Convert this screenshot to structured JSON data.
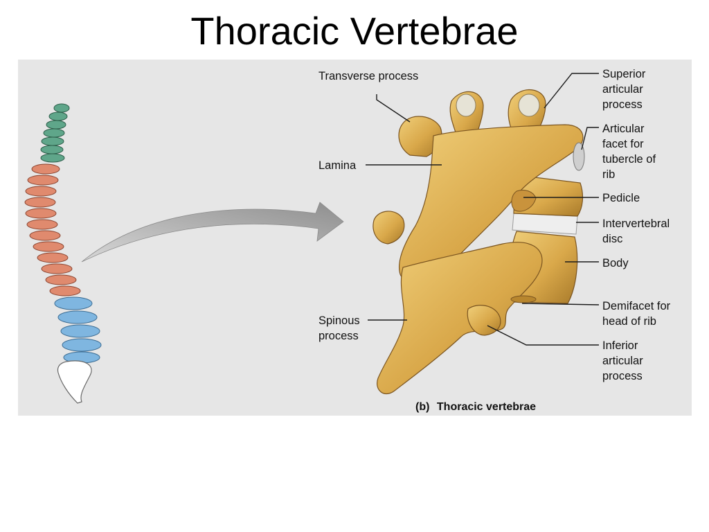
{
  "slide": {
    "title": "Thoracic Vertebrae"
  },
  "figure": {
    "caption_prefix": "(b)",
    "caption_text": "Thoracic vertebrae",
    "labels": {
      "transverse_process": [
        "Transverse process"
      ],
      "lamina": [
        "Lamina"
      ],
      "spinous_process": [
        "Spinous",
        "process"
      ],
      "superior_articular_process": [
        "Superior",
        "articular",
        "process"
      ],
      "articular_facet": [
        "Articular",
        "facet for",
        "tubercle of",
        "rib"
      ],
      "pedicle": [
        "Pedicle"
      ],
      "intervertebral_disc": [
        "Intervertebral",
        "disc"
      ],
      "body": [
        "Body"
      ],
      "demifacet": [
        "Demifacet for",
        "head of rib"
      ],
      "inferior_articular_process": [
        "Inferior",
        "articular",
        "process"
      ]
    },
    "colors": {
      "cervical": "#5fa68a",
      "thoracic": "#e08a6e",
      "lumbar": "#7fb6e0",
      "sacrum": "#ffffff",
      "bone": "#d9a84a",
      "arrow": "#9c9c9c",
      "disc": "#eeeeee"
    }
  }
}
